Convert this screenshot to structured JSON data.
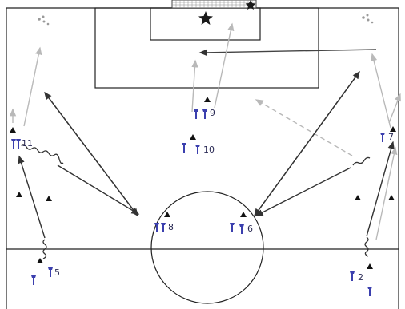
{
  "colors": {
    "background": "#ffffff",
    "line": "#222222",
    "pass_arrow": "#333333",
    "run_arrow": "#b9b9b9",
    "player": "#3b3fae",
    "cone": "#111111"
  },
  "players": [
    {
      "id": "p11",
      "number": "11"
    },
    {
      "id": "p9",
      "number": "9"
    },
    {
      "id": "p10",
      "number": "10"
    },
    {
      "id": "p8",
      "number": "8"
    },
    {
      "id": "p6",
      "number": "6"
    },
    {
      "id": "p7",
      "number": "7"
    },
    {
      "id": "p5",
      "number": "5"
    },
    {
      "id": "p2",
      "number": "2"
    }
  ],
  "icons": {
    "player": "player-figure-icon",
    "cone": "cone-icon",
    "goalkeeper": "goalkeeper-star-icon",
    "ball_group": "balls-icon"
  }
}
